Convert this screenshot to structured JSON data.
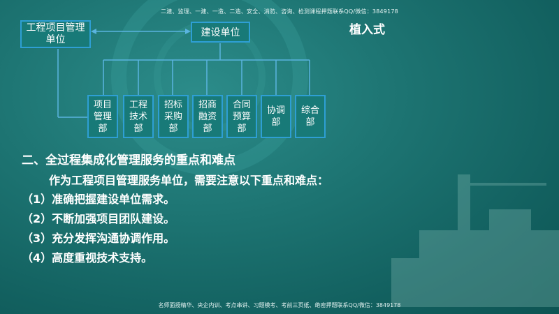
{
  "notices": {
    "top": "二建、监理、一建、一造、二造、安全、消防、咨询、检测课程押题联系QQ/微信：3849178",
    "bottom": "名师面授精华、央企内训、考点串讲、习题模考、考前三页纸、绝密押题联系QQ/微信：3849178"
  },
  "tag": "植入式",
  "org_chart": {
    "main_box": "工程项目管理单位",
    "owner_box": "建设单位",
    "departments": [
      "项目管理部",
      "工程技术部",
      "招标采购部",
      "招商融资部",
      "合同预算部",
      "协调部",
      "综合部"
    ]
  },
  "content": {
    "heading": "二、全过程集成化管理服务的重点和难点",
    "intro": "作为工程项目管理服务单位，需要注意以下重点和难点：",
    "items": [
      "（1）准确把握建设单位需求。",
      "（2）不断加强项目团队建设。",
      "（3）充分发挥沟通协调作用。",
      "（4）高度重视技术支持。"
    ]
  },
  "colors": {
    "background": "#1d7472",
    "box_border": "#2e9fd4",
    "connector": "#5ab4e0",
    "text": "#ffffff"
  }
}
